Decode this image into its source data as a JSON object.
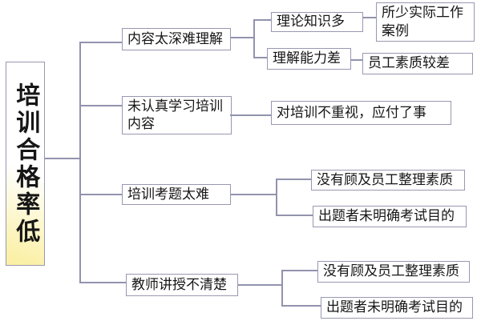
{
  "diagram": {
    "title_hint": "cause tree of low training pass rate",
    "type": "tree",
    "root": {
      "label": "培训合格率低"
    },
    "branches": [
      {
        "label": "内容太深难理解",
        "children": [
          {
            "label": "理论知识多",
            "children": [
              {
                "label": "所少实际工作\n案例"
              }
            ]
          },
          {
            "label": "理解能力差",
            "children": [
              {
                "label": "员工素质较差"
              }
            ]
          }
        ]
      },
      {
        "label": "未认真学习培训\n内容",
        "children": [
          {
            "label": "对培训不重视，应付了事"
          }
        ]
      },
      {
        "label": "培训考题太难",
        "children": [
          {
            "label": "没有顾及员工整理素质"
          },
          {
            "label": "出题者未明确考试目的"
          }
        ]
      },
      {
        "label": "教师讲授不清楚",
        "children": [
          {
            "label": "没有顾及员工整理素质"
          },
          {
            "label": "出题者未明确考试目的"
          }
        ]
      }
    ]
  },
  "colors": {
    "line": "#9193ad",
    "border": "#9898b2",
    "text": "#161616",
    "background": "#ffffff",
    "root_highlight": "#fbf0a6"
  }
}
